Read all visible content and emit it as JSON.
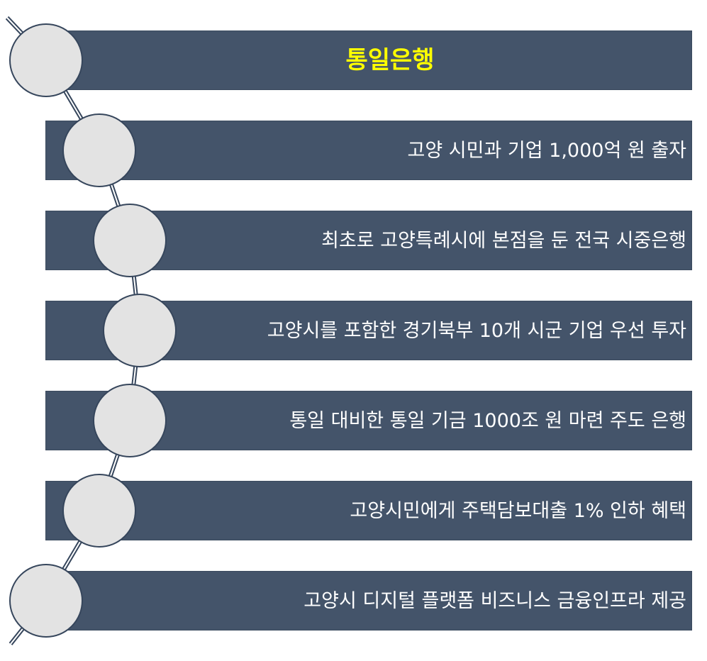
{
  "title": "통일은행",
  "items": [
    "고양 시민과 기업 1,000억 원 출자",
    "최초로 고양특례시에 본점을 둔 전국 시중은행",
    "고양시를 포함한 경기북부 10개 시군 기업 우선 투자",
    "통일 대비한 통일 기금 1000조 원 마련 주도 은행",
    "고양시민에게 주택담보대출 1% 인하 혜택",
    "고양시 디지털 플랫폼 비즈니스 금융인프라 제공"
  ],
  "colors": {
    "bar": "#44546a",
    "circle": "#e3e3e3",
    "circle_border": "#36465c",
    "title_text": "#ffff00",
    "item_text": "#ffffff"
  }
}
